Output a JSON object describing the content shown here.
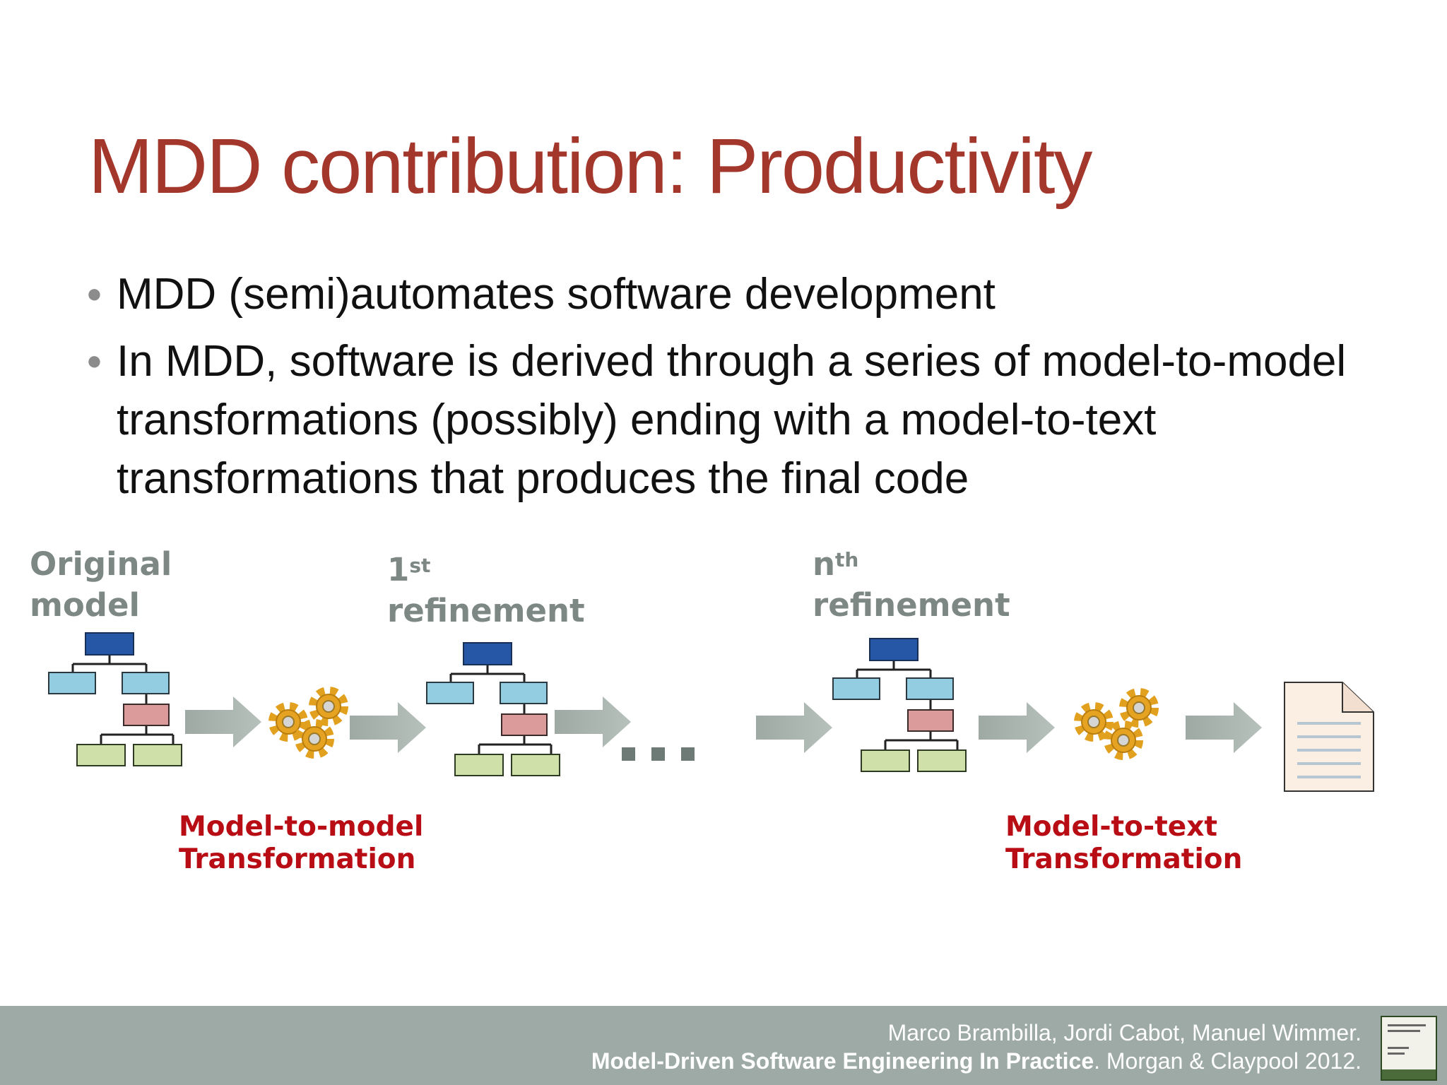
{
  "slide": {
    "title": "MDD contribution: Productivity",
    "bullets": [
      "MDD (semi)automates software development",
      "In MDD, software is derived through a series of model-to-model transformations (possibly) ending with a model-to-text transformations that produces the final code"
    ]
  },
  "diagram": {
    "original_label_1": "Original",
    "original_label_2": "model",
    "first_num": "1",
    "first_sup": "st",
    "first_word": "refinement",
    "nth_num": "n",
    "nth_sup": "th",
    "nth_word": "refinement",
    "ellipsis": "...",
    "m2m_line1": "Model-to-model",
    "m2m_line2": "Transformation",
    "m2t_line1": "Model-to-text",
    "m2t_line2": "Transformation",
    "icons": [
      "model-tree-icon",
      "gears-icon",
      "arrow-right-icon",
      "document-icon"
    ],
    "colors": {
      "root_box": "#2656a6",
      "child_box": "#92cde1",
      "mid_box": "#dc9b9b",
      "leaf_box": "#cfe0a8",
      "arrow": "#9eaaa5",
      "gear": "#e6a321"
    }
  },
  "footer": {
    "authors": "Marco Brambilla, Jordi Cabot, Manuel Wimmer.",
    "book_title": "Model-Driven Software Engineering In Practice",
    "publisher": ". Morgan & Claypool 2012."
  }
}
